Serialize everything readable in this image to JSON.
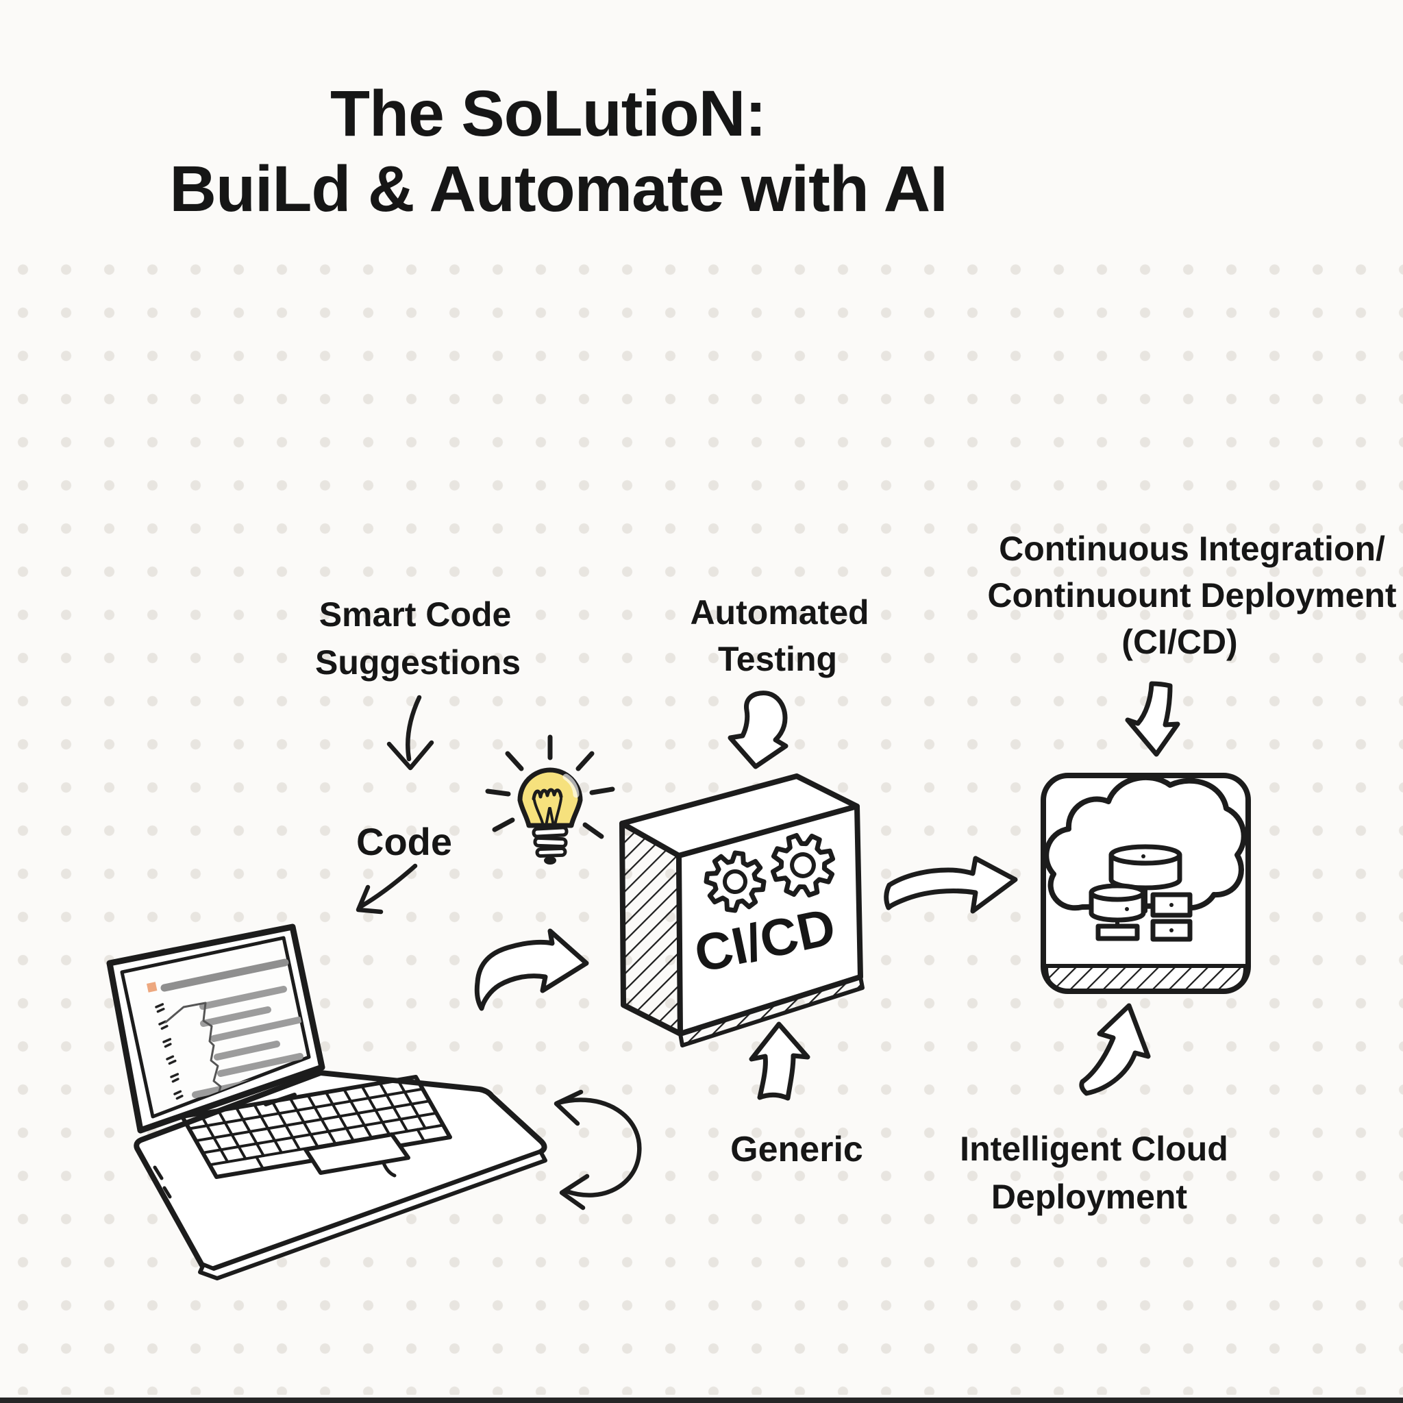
{
  "title": {
    "line1": "The SoLutioN:",
    "line2": "BuiLd & Automate with AI"
  },
  "labels": {
    "smart_code_line1": "Smart Code",
    "smart_code_line2": "Suggestions",
    "automated_line1": "Automated",
    "automated_line2": "Testing",
    "cicd_line1": "Continuous Integration/",
    "cicd_line2": "Continuount Deployment",
    "cicd_line3": "(CI/CD)",
    "code": "Code",
    "generic": "Generic",
    "cloud_line1": "Intelligent Cloud",
    "cloud_line2": "Deployment",
    "box_text": "CI/CD"
  },
  "icons": {
    "laptop": "laptop-with-code-illustration",
    "lightbulb": "idea-lightbulb-icon",
    "cicd_box": "cicd-pipeline-box",
    "gear_left": "gear-icon",
    "gear_right": "gear-icon",
    "cloud_card": "cloud-deployment-icon",
    "cycle": "sync-cycle-arrow-icon"
  },
  "colors": {
    "ink": "#1c1c1c",
    "bulb_yellow": "#f6e17d",
    "screen_accent_orange": "#eda87f",
    "code_line_gray": "#9c9c9c",
    "dot_gray": "#e8e5e0",
    "background": "#fbfaf8",
    "bottom_edge": "#262626"
  }
}
